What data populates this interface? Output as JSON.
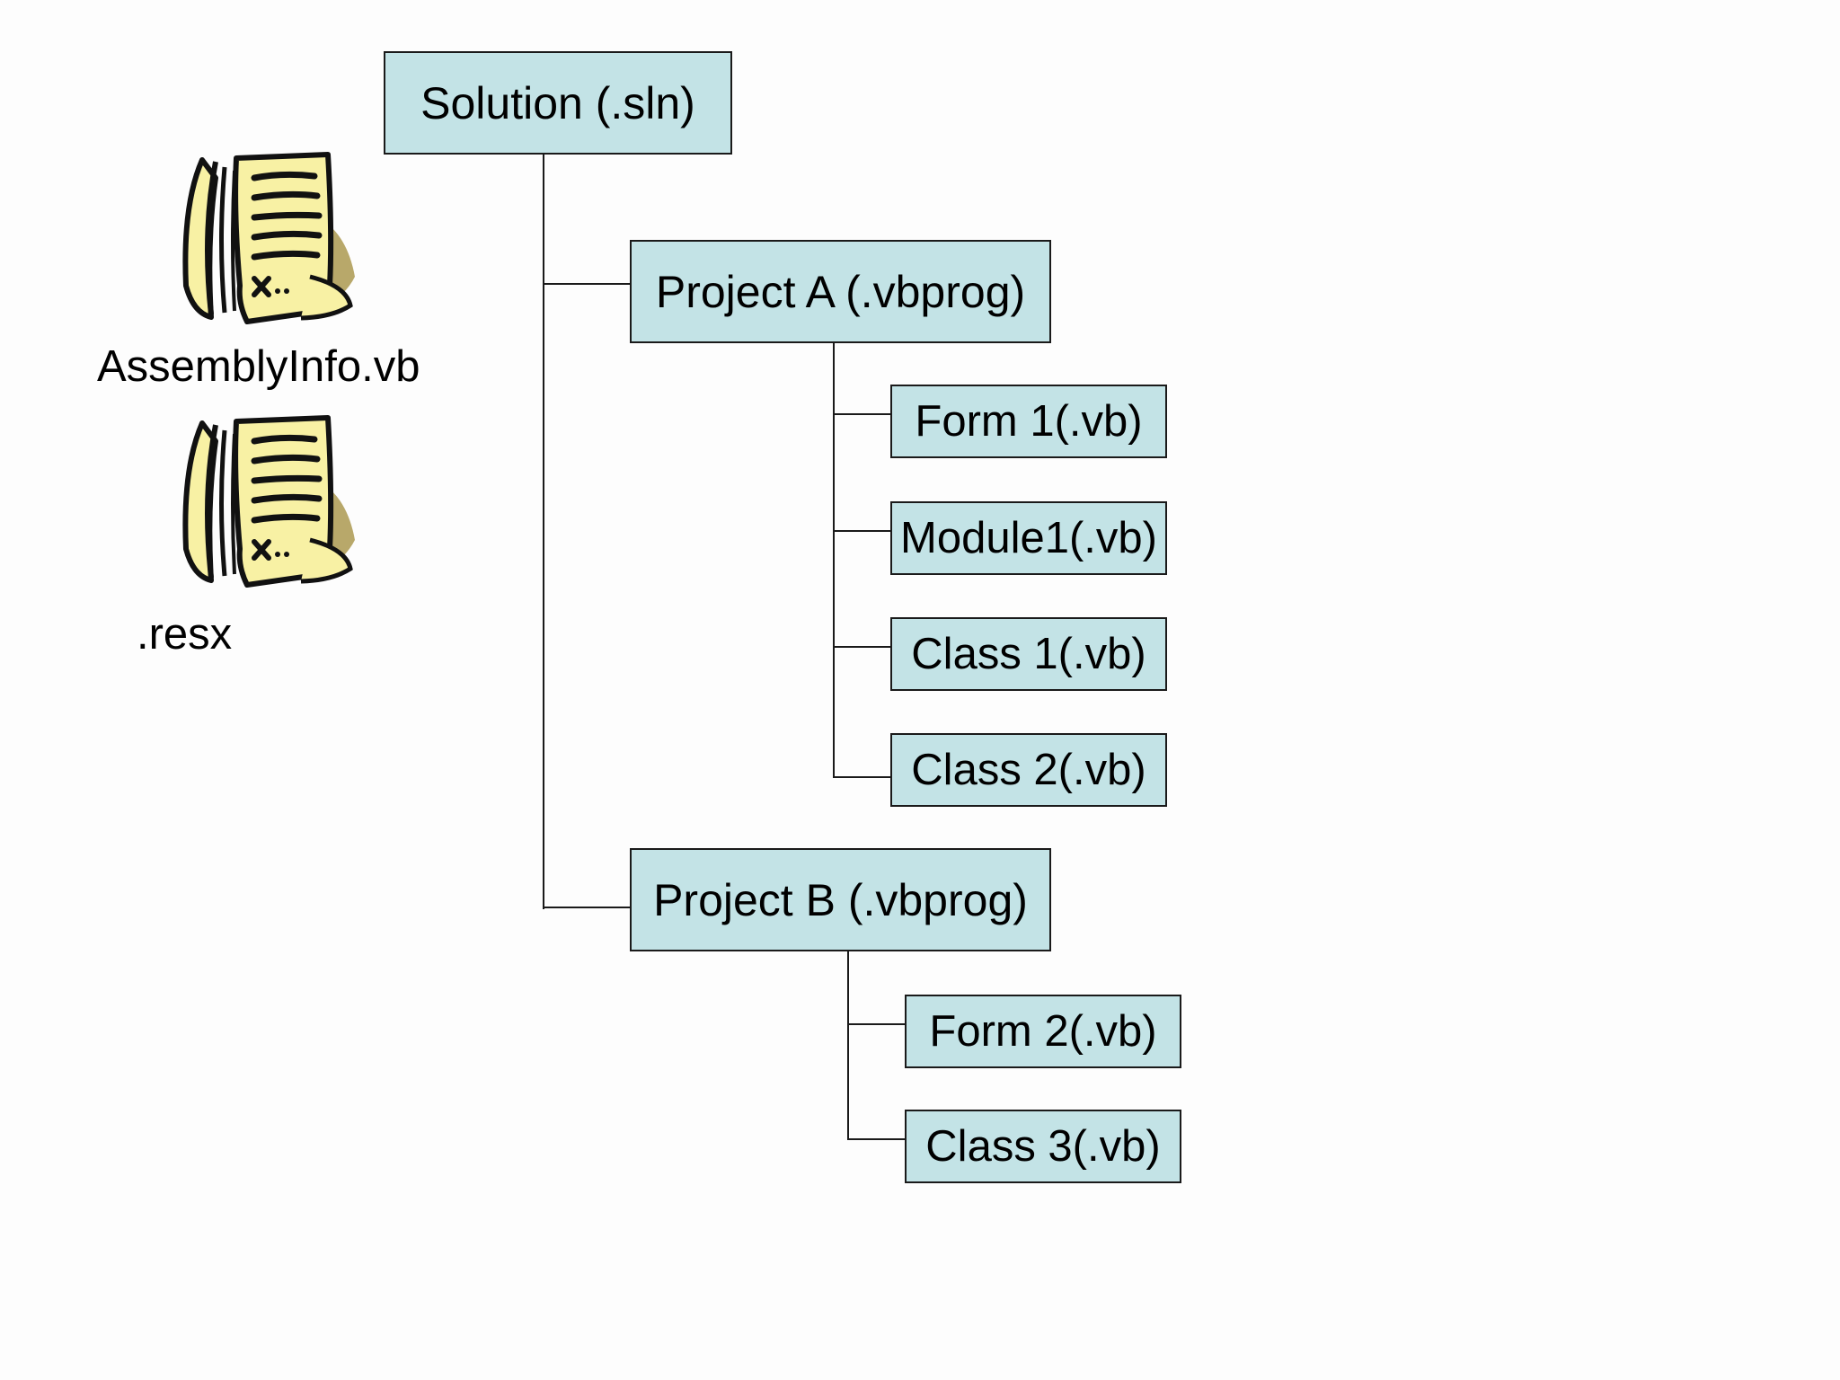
{
  "tree": {
    "solution": "Solution (.sln)",
    "project_a": {
      "label": "Project A (.vbprog)",
      "items": [
        "Form 1(.vb)",
        "Module1(.vb)",
        "Class 1(.vb)",
        "Class 2(.vb)"
      ]
    },
    "project_b": {
      "label": "Project B (.vbprog)",
      "items": [
        "Form 2(.vb)",
        "Class 3(.vb)"
      ]
    }
  },
  "files": [
    {
      "label": "AssemblyInfo.vb",
      "icon": "document-scroll-icon"
    },
    {
      "label": ".resx",
      "icon": "document-scroll-icon"
    }
  ],
  "colors": {
    "box_fill": "#c3e3e6",
    "box_border": "#1a1a1a",
    "icon_paper": "#f8f1a4",
    "icon_outline": "#111111",
    "icon_shadow": "#b8a86a"
  }
}
